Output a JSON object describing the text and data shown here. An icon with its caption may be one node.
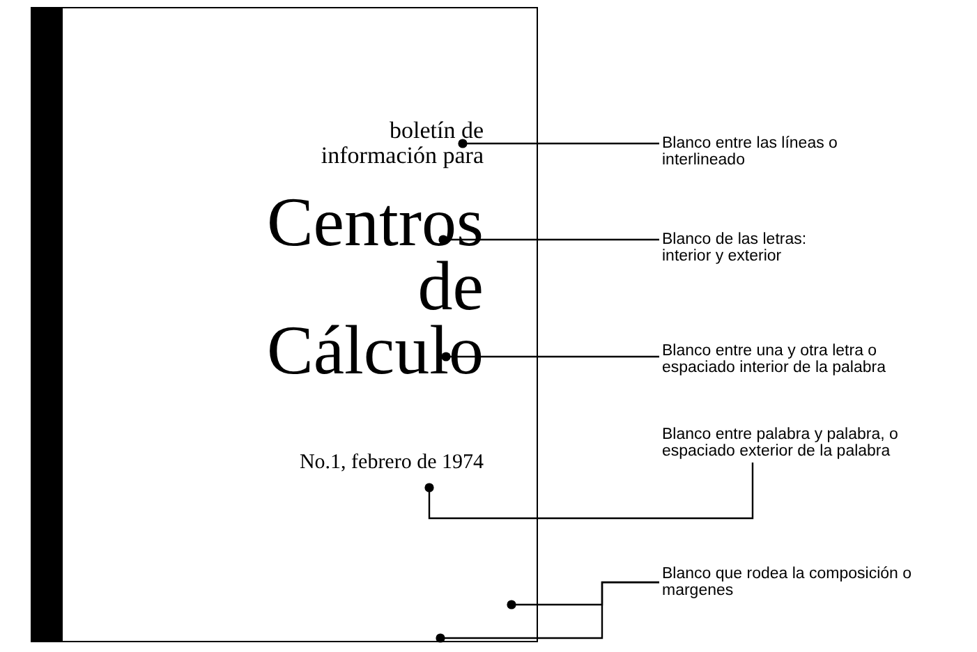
{
  "diagram": {
    "nodes": [
      {
        "text": [
          "boletín de información para",
          "Centros de Cálculo",
          "No.1, febrero de 1974"
        ]
      },
      {
        "text": [
          "Blanco entre las líneas o interlineado"
        ]
      },
      {
        "text": [
          "Blanco de las letras: interior y exterior"
        ]
      },
      {
        "text": [
          "Blanco entre una y otra letra o espaciado interior de la palabra"
        ]
      },
      {
        "text": [
          "Blanco entre palabra y palabra, o espaciado exterior de la palabra"
        ]
      },
      {
        "text": [
          "Blanco que rodea la composición o margenes"
        ]
      },
      {
        "text": [],
        "shape": "bar",
        "in": 0
      }
    ],
    "edges": [
      {
        "from": 1,
        "to": 0,
        "arrow": "other"
      },
      {
        "from": 2,
        "to": 0,
        "arrow": "other"
      },
      {
        "from": 3,
        "to": 0,
        "arrow": "other"
      },
      {
        "from": 4,
        "to": 0,
        "arrow": "other"
      },
      {
        "from": 5,
        "to": 0,
        "arrow": "other"
      },
      {
        "from": 5,
        "to": 0,
        "arrow": "other"
      }
    ]
  }
}
